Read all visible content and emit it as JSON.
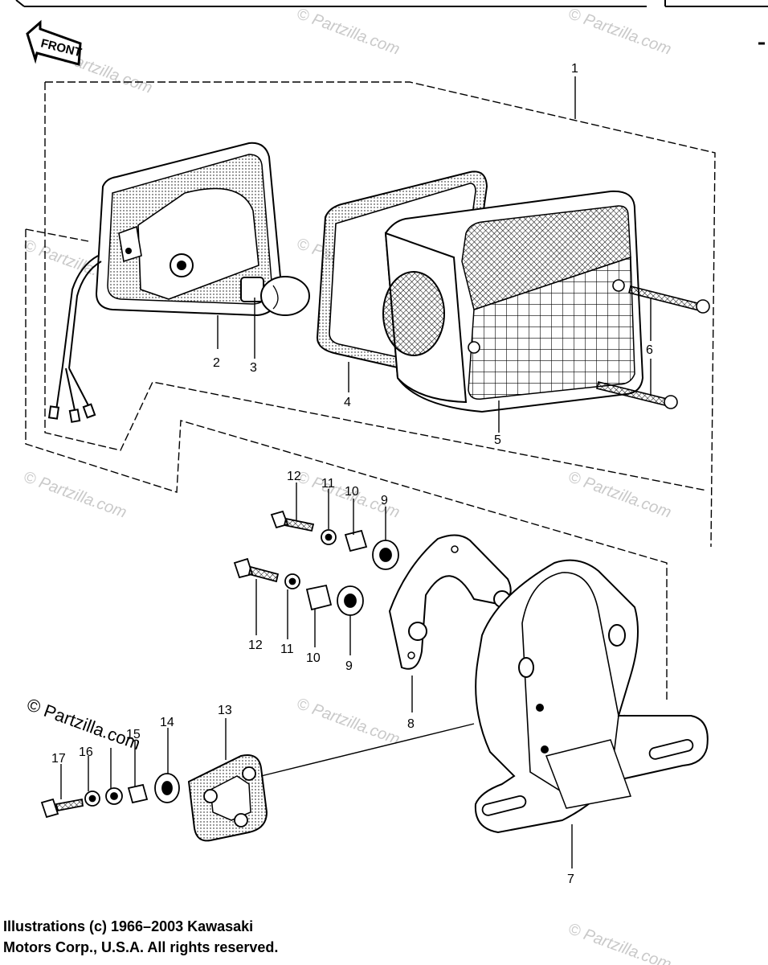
{
  "front_badge": "FRONT",
  "watermark": "© Partzilla.com",
  "bold_watermark": "© Partzilla.com",
  "callouts": [
    "1",
    "2",
    "3",
    "4",
    "5",
    "6",
    "7",
    "8",
    "9",
    "9",
    "10",
    "10",
    "11",
    "11",
    "12",
    "12",
    "13",
    "14",
    "15",
    "16",
    "17"
  ],
  "copyright": {
    "line1": "Illustrations (c) 1966–2003 Kawasaki",
    "line2": "Motors Corp., U.S.A.  All rights reserved."
  }
}
